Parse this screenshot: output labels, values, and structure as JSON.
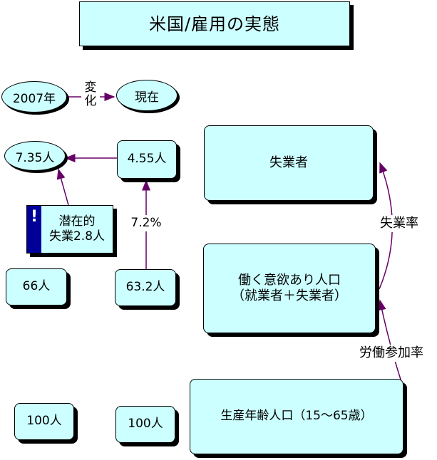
{
  "title": "米国/雇用の実態",
  "header": {
    "year_from": "2007年",
    "change_label": "変\n化",
    "year_to": "現在"
  },
  "left": {
    "unemployed_2007": "7.35人",
    "unemployed_now": "4.55人",
    "hidden": {
      "mark": "!",
      "label": "潜在的\n失業2.8人"
    },
    "rate": "7.2%",
    "labor_force_2007": "66人",
    "labor_force_now": "63.2人",
    "population_2007": "100人",
    "population_now": "100人"
  },
  "right": {
    "unemployed": "失業者",
    "labor_force": "働く意欲あり人口\n（就業者＋失業者）",
    "working_age": "生産年齢人口（15～65歳）",
    "unemployment_rate_label": "失業率",
    "participation_rate_label": "労働参加率"
  },
  "colors": {
    "box_fill": "#ccffff",
    "arrow": "#660066",
    "alert": "#000099"
  }
}
